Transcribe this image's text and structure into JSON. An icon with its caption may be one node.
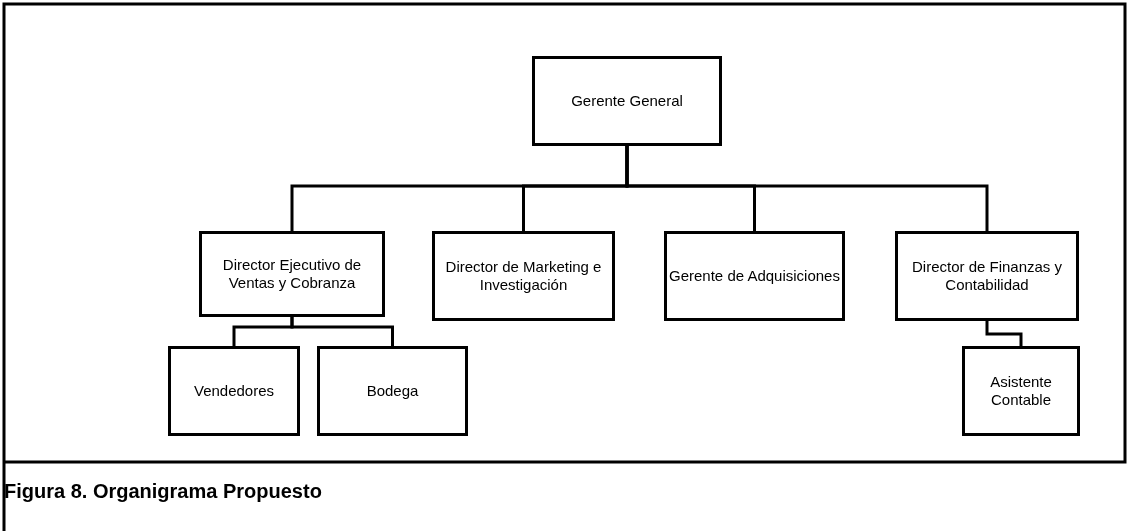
{
  "diagram": {
    "caption": "Figura 8. Organigrama Propuesto",
    "nodes": [
      {
        "text": [
          "Gerente General"
        ]
      },
      {
        "text": [
          "Director Ejecutivo de Ventas y Cobranza"
        ]
      },
      {
        "text": [
          "Director de Marketing e Investigación"
        ]
      },
      {
        "text": [
          "Gerente de Adquisiciones"
        ]
      },
      {
        "text": [
          "Director de Finanzas y Contabilidad"
        ]
      },
      {
        "text": [
          "Vendedores"
        ]
      },
      {
        "text": [
          "Bodega"
        ]
      },
      {
        "text": [
          "Asistente Contable"
        ]
      }
    ],
    "edges": [
      {
        "from": 0,
        "to": 1,
        "arrow": "none"
      },
      {
        "from": 0,
        "to": 2,
        "arrow": "none"
      },
      {
        "from": 0,
        "to": 3,
        "arrow": "none"
      },
      {
        "from": 0,
        "to": 4,
        "arrow": "none"
      },
      {
        "from": 1,
        "to": 5,
        "arrow": "none"
      },
      {
        "from": 1,
        "to": 6,
        "arrow": "none"
      },
      {
        "from": 4,
        "to": 7,
        "arrow": "none"
      }
    ]
  }
}
